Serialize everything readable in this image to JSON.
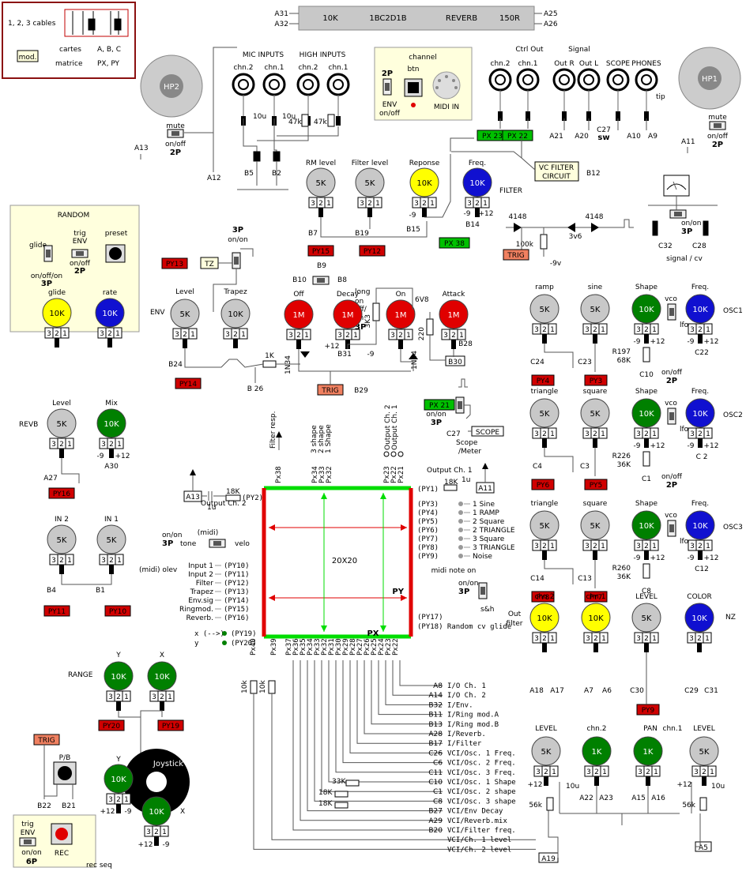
{
  "colors": {
    "grey": "#c8c8c8",
    "green": "#008000",
    "blue": "#1010d0",
    "yellow": "#ffff00",
    "red": "#e00000",
    "redbox": "#d00000",
    "greenbox": "#00c000",
    "orangebox": "#f08060",
    "cream": "#ffffdd",
    "reverb": "#c8c8c8",
    "matrix_red": "#e00000",
    "matrix_green": "#00dd00",
    "bg": "#ffffff"
  },
  "legend": {
    "cables": "1, 2, 3 cables",
    "mod": "mod.",
    "cartes": "cartes",
    "cartes_val": "A, B, C",
    "matrice": "matrice",
    "matrice_val": "PX, PY"
  },
  "reverb_bar": {
    "pins_left": [
      "A31",
      "A32"
    ],
    "left": "10K",
    "mid": "1BC2D1B",
    "name": "REVERB",
    "right": "150R",
    "pins_right": [
      "A25",
      "A26"
    ]
  },
  "speakers": [
    {
      "label": "HP2"
    },
    {
      "label": "HP1"
    }
  ],
  "mic_inputs": {
    "title": "MIC INPUTS",
    "jacks": [
      "chn.2",
      "chn.1"
    ],
    "caps": [
      "10u",
      "10u"
    ],
    "pins": [
      "B5",
      "B2"
    ]
  },
  "high_inputs": {
    "title": "HIGH INPUTS",
    "jacks": [
      "chn.2",
      "chn.1"
    ],
    "res": [
      "47k",
      "47k"
    ]
  },
  "mute_left": {
    "label": "mute",
    "sw": "on/off",
    "pos": "2P",
    "pins": [
      "A13",
      "A12"
    ]
  },
  "mute_right": {
    "label": "mute",
    "sw": "on/off",
    "pos": "2P",
    "pin": "A11"
  },
  "channel_box": {
    "title": "channel",
    "btn": "btn",
    "sw": "2P",
    "env": "ENV",
    "onoff": "on/off",
    "midi": "MIDI IN"
  },
  "outputs": {
    "ctrl": "Ctrl Out",
    "signal": "Signal",
    "jacks": [
      "chn.2",
      "chn.1",
      "Out R",
      "Out L",
      "SCOPE",
      "PHONES"
    ],
    "tip": "tip",
    "px": [
      "PX 23",
      "PX 22"
    ],
    "pins": [
      "A21",
      "A20",
      "C27",
      "A10",
      "A9"
    ],
    "sw": "sw"
  },
  "vcfilter": {
    "label1": "VC FILTER",
    "label2": "CIRCUIT",
    "pin": "B12",
    "filter": "FILTER"
  },
  "filter_knobs": [
    {
      "title": "RM level",
      "val": "5K",
      "pin": "B7",
      "py": "PY15"
    },
    {
      "title": "Filter level",
      "val": "5K",
      "pin": "B19",
      "py": "PY12"
    },
    {
      "title": "Reponse",
      "val": "10K",
      "pin": "B15",
      "px": "PX 38",
      "neg": "-9"
    },
    {
      "title": "Freq.",
      "val": "10K",
      "pin": "B14",
      "neg": "-9",
      "pos": "+12"
    }
  ],
  "trig_circuit": {
    "d1": "4148",
    "d2": "4148",
    "r": "100k",
    "z": "3v6",
    "v": "-9v",
    "trig": "TRIG"
  },
  "meter": {
    "sw": "on/on",
    "pos": "3P",
    "c1": "C32",
    "c2": "C28",
    "label": "signal / cv"
  },
  "random": {
    "title": "RANDOM",
    "glide_sw": "glide",
    "trig": "trig",
    "env": "ENV",
    "onoff": "on/off",
    "pos2": "2P",
    "preset": "preset",
    "mode": "on/off/on",
    "pos3": "3P",
    "knob1": "glide",
    "knob1v": "10K",
    "knob2": "rate",
    "knob2v": "10K"
  },
  "env": {
    "py13": "PY13",
    "tz": "TZ",
    "sw": "3P",
    "swlbl": "on/on",
    "env": "ENV",
    "level": "Level",
    "levelv": "5K",
    "trapez": "Trapez",
    "trapezv": "10K",
    "pins": [
      "B24",
      "B 26"
    ],
    "py14": "PY14",
    "r1": "1K"
  },
  "envsec": {
    "b9": "B9",
    "b10": "B10",
    "b8": "B8",
    "long": "long",
    "onoff": "on/",
    "off": "off/",
    "on": "on",
    "p3": "3P",
    "off_k": "Off",
    "decay": "Decay",
    "on_k": "On",
    "attack": "Attack",
    "v": "1M",
    "r3k3": "3K3",
    "r220": "220",
    "z": "6V8",
    "d1": "1N34",
    "d2": "1N34",
    "b31": "B31",
    "b28": "B28",
    "b30": "B30",
    "b29": "B29",
    "trig": "TRIG",
    "p12": "+12",
    "m9": "-9"
  },
  "osc": [
    {
      "n": "OSC1",
      "k1": "ramp",
      "k2": "sine",
      "py1": "PY4",
      "py2": "PY3",
      "c1": "C24",
      "c2": "C23",
      "r": "R197",
      "rv": "68K",
      "cap": "C10",
      "cap2": "C22"
    },
    {
      "n": "OSC2",
      "k1": "triangle",
      "k2": "square",
      "py1": "PY6",
      "py2": "PY5",
      "c1": "C4",
      "c2": "C3",
      "r": "R226",
      "rv": "36K",
      "cap": "C1",
      "cap2": "C 2"
    },
    {
      "n": "OSC3",
      "k1": "triangle",
      "k2": "square",
      "py1": "PY8",
      "py2": "PY7",
      "c1": "C14",
      "c2": "C13",
      "r": "R260",
      "rv": "36K",
      "cap": "C8",
      "cap2": "C12"
    }
  ],
  "osc_common": {
    "shape": "Shape",
    "freq": "Freq.",
    "vco": "vco",
    "lfo": "lfo",
    "onoff": "on/off",
    "p2": "2P",
    "v5": "5K",
    "v10": "10K",
    "m9": "-9",
    "p12": "+12"
  },
  "revb": {
    "label": "REVB",
    "level": "Level",
    "levelv": "5K",
    "mix": "Mix",
    "mixv": "10K",
    "pin": "A27",
    "pin2": "A30",
    "py": "PY16",
    "m9": "-9",
    "p12": "+12"
  },
  "inputs_k": {
    "in2": "IN 2",
    "in1": "IN 1",
    "v": "5K",
    "b4": "B4",
    "b1": "B1",
    "py11": "PY11",
    "py10": "PY10"
  },
  "scope": {
    "px21": "PX 21",
    "sw": "on/on",
    "p3": "3P",
    "c27": "C27",
    "scope": "SCOPE",
    "sm1": "Scope",
    "sm2": "/Meter",
    "oc1": "Output Ch. 1",
    "oc2": "Output Ch. 2"
  },
  "matrix": {
    "label": "20X20",
    "py": "PY",
    "px": "PX",
    "oc2": "Output Ch. 2",
    "oc1": "Output Ch. 1",
    "r18": "18K",
    "c1u": "1u",
    "a13": "A13",
    "a11": "A11",
    "py2": "(PY2)",
    "py1": "(PY1)"
  },
  "matrix_top": [
    "Px38",
    "Px34",
    "Px33",
    "Px32",
    "Px23",
    "Px22",
    "Px21"
  ],
  "matrix_top_desc": [
    "Filter resp.",
    "3 shape",
    "2 shape",
    "1 Shape",
    "Output Ch. 2",
    "Output Ch. 1"
  ],
  "matrix_left": [
    {
      "name": "Input 1",
      "py": "(PY10)"
    },
    {
      "name": "Input 2",
      "py": "(PY11)"
    },
    {
      "name": "Filter",
      "py": "(PY12)"
    },
    {
      "name": "Trapez",
      "py": "(PY13)"
    },
    {
      "name": "Env.sig",
      "py": "(PY14)"
    },
    {
      "name": "Ringmod.",
      "py": "(PY15)"
    },
    {
      "name": "Reverb.",
      "py": "(PY16)"
    }
  ],
  "midi": {
    "tone": "tone",
    "midi": "(midi)",
    "velo": "velo",
    "sw": "on/on",
    "p3": "3P",
    "olev": "(midi) olev"
  },
  "matrix_right": [
    {
      "py": "(PY3)",
      "desc": "1 Sine"
    },
    {
      "py": "(PY4)",
      "desc": "1 RAMP"
    },
    {
      "py": "(PY5)",
      "desc": "2 Square"
    },
    {
      "py": "(PY6)",
      "desc": "2 TRIANGLE"
    },
    {
      "py": "(PY7)",
      "desc": "3 Square"
    },
    {
      "py": "(PY8)",
      "desc": "3 TRIANGLE"
    },
    {
      "py": "(PY9)",
      "desc": "Noise"
    }
  ],
  "snh": {
    "title": "midi note on",
    "sw": "on/on",
    "p3": "3P",
    "sh": "s&h",
    "py17": "(PY17)",
    "py18": "(PY18) Random cv glide"
  },
  "xy": {
    "x": "x (-->)",
    "y": "y",
    "py19": "(PY19)",
    "py20": "(PY20)"
  },
  "bottom_cols": [
    "Px40",
    "Px39",
    "Px37",
    "Px36",
    "Px35",
    "Px34",
    "Px33",
    "Px32",
    "Px31",
    "Px30",
    "Px29",
    "Px28",
    "Px27",
    "Px26",
    "Px25",
    "Px24",
    "Px23",
    "Px22"
  ],
  "bottom_lines": [
    {
      "pin": "A8",
      "desc": "I/O Ch. 1"
    },
    {
      "pin": "A14",
      "desc": "I/O Ch. 2"
    },
    {
      "pin": "B32",
      "desc": "I/Env."
    },
    {
      "pin": "B11",
      "desc": "I/Ring mod.A"
    },
    {
      "pin": "B13",
      "desc": "I/Ring mod.B"
    },
    {
      "pin": "A28",
      "desc": "I/Reverb."
    },
    {
      "pin": "B17",
      "desc": "I/Filter"
    },
    {
      "pin": "C26",
      "desc": "VCI/Osc. 1 Freq."
    },
    {
      "pin": "C6",
      "desc": "VCI/Osc. 2 Freq."
    },
    {
      "pin": "C11",
      "desc": "VCI/Osc. 3 Freq."
    },
    {
      "pin": "C10",
      "desc": "VCI/Osc. 1 Shape"
    },
    {
      "pin": "C1",
      "desc": "VCI/Osc. 2 shape"
    },
    {
      "pin": "C8",
      "desc": "VCI/Osc. 3 shape"
    },
    {
      "pin": "B27",
      "desc": "VCI/Env Decay"
    },
    {
      "pin": "A29",
      "desc": "VCI/Reverb.mix"
    },
    {
      "pin": "B20",
      "desc": "VCI/Filter freq."
    },
    {
      "pin": "",
      "desc": "VCI/Ch. 1 level"
    },
    {
      "pin": "",
      "desc": "VCI/Ch. 2 level"
    }
  ],
  "bottom_res": [
    "33K",
    "18K",
    "18K"
  ],
  "bottom_10k": [
    "10k",
    "10k"
  ],
  "bottom_ends": {
    "a19": "A19",
    "a5": "A5"
  },
  "range": {
    "label": "RANGE",
    "y": "Y",
    "x": "X",
    "v": "10K",
    "py20": "PY20",
    "py19": "PY19"
  },
  "joystick": {
    "label": "Joystick",
    "y": "Y",
    "x": "X",
    "v": "10K",
    "p12": "+12",
    "m9": "-9"
  },
  "pb": {
    "trig": "TRIG",
    "label": "P/B",
    "b22": "B22",
    "b21": "B21"
  },
  "rec": {
    "trig": "trig",
    "env": "ENV",
    "onon": "on/on",
    "p6": "6P",
    "rec": "REC",
    "seq": "rec seq"
  },
  "outfilter": {
    "label1": "Out",
    "label2": "filter",
    "chn2": "chn.2",
    "chn1": "chn.1",
    "v": "10K",
    "level": "LEVEL",
    "levelv": "5K",
    "color": "COLOR",
    "colorv": "10K",
    "nz": "NZ",
    "pins": [
      "A18",
      "A17",
      "A7",
      "A6",
      "C30",
      "C29",
      "C31"
    ],
    "py9": "PY9"
  },
  "outlevel": {
    "level": "LEVEL",
    "chn2": "chn.2",
    "pan": "PAN",
    "chn1": "chn.1",
    "level2": "LEVEL",
    "v5": "5K",
    "v1": "1K",
    "p12": "+12",
    "cap": "10u",
    "r": "56k",
    "pins": [
      "A22",
      "A23",
      "A15",
      "A16"
    ]
  }
}
